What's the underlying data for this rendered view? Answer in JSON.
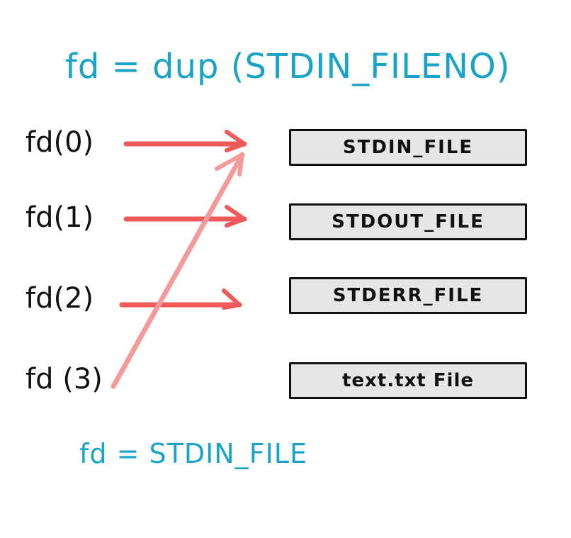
{
  "title": "fd = dup (STDIN_FILENO)",
  "result": "fd = STDIN_FILE",
  "descriptors": [
    {
      "label": "fd(0)"
    },
    {
      "label": "fd(1)"
    },
    {
      "label": "fd(2)"
    },
    {
      "label": "fd (3)"
    }
  ],
  "files": [
    {
      "label": "STDIN_FILE"
    },
    {
      "label": "STDOUT_FILE"
    },
    {
      "label": "STDERR_FILE"
    },
    {
      "label": "text.txt File"
    }
  ],
  "colors": {
    "heading": "#1aa3c9",
    "arrow": "#ee5a5a",
    "dup_arrow": "#f59a9a",
    "box_fill": "#e6e6e6",
    "box_border": "#111111",
    "text": "#111111"
  }
}
